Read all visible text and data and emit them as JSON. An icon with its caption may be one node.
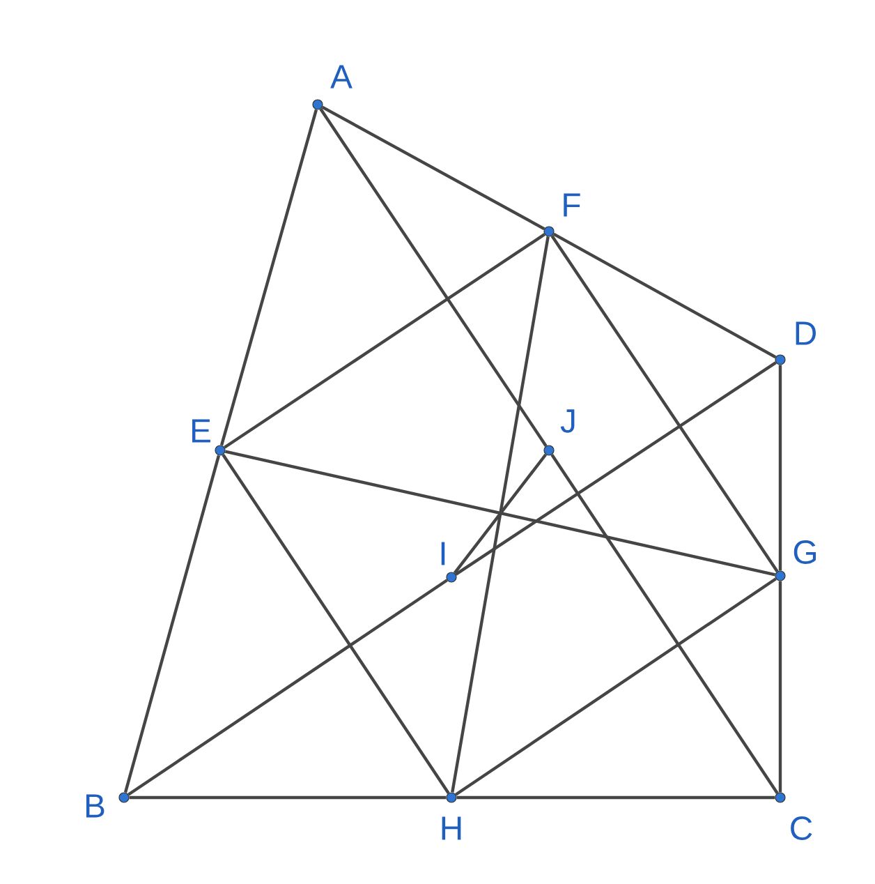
{
  "diagram": {
    "nodes": [
      {
        "text": [],
        "shape": "circle",
        "beside": [
          "A"
        ]
      },
      {
        "text": [],
        "shape": "circle",
        "beside": [
          "F"
        ]
      },
      {
        "text": [],
        "shape": "circle",
        "beside": [
          "D"
        ]
      },
      {
        "text": [],
        "shape": "circle",
        "beside": [
          "E"
        ]
      },
      {
        "text": [],
        "shape": "circle",
        "beside": [
          "J"
        ]
      },
      {
        "text": [],
        "shape": "circle",
        "beside": [
          "I"
        ]
      },
      {
        "text": [],
        "shape": "circle",
        "beside": [
          "G"
        ]
      },
      {
        "text": [],
        "shape": "circle",
        "beside": [
          "B"
        ]
      },
      {
        "text": [],
        "shape": "circle",
        "beside": [
          "H"
        ]
      },
      {
        "text": [],
        "shape": "circle",
        "beside": [
          "C"
        ]
      }
    ],
    "edges": [
      {
        "from": 0,
        "to": 3,
        "arrow": "none"
      },
      {
        "from": 3,
        "to": 7,
        "arrow": "none"
      },
      {
        "from": 0,
        "to": 1,
        "arrow": "none"
      },
      {
        "from": 1,
        "to": 2,
        "arrow": "none"
      },
      {
        "from": 2,
        "to": 6,
        "arrow": "none"
      },
      {
        "from": 6,
        "to": 9,
        "arrow": "none"
      },
      {
        "from": 7,
        "to": 8,
        "arrow": "none"
      },
      {
        "from": 8,
        "to": 9,
        "arrow": "none"
      },
      {
        "from": 0,
        "to": 4,
        "arrow": "none"
      },
      {
        "from": 4,
        "to": 9,
        "arrow": "none"
      },
      {
        "from": 3,
        "to": 1,
        "arrow": "none"
      },
      {
        "from": 3,
        "to": 6,
        "arrow": "none"
      },
      {
        "from": 3,
        "to": 8,
        "arrow": "none"
      },
      {
        "from": 1,
        "to": 8,
        "arrow": "none"
      },
      {
        "from": 1,
        "to": 6,
        "arrow": "none"
      },
      {
        "from": 7,
        "to": 5,
        "arrow": "none"
      },
      {
        "from": 5,
        "to": 2,
        "arrow": "none"
      },
      {
        "from": 5,
        "to": 4,
        "arrow": "none"
      },
      {
        "from": 8,
        "to": 6,
        "arrow": "none"
      }
    ]
  }
}
